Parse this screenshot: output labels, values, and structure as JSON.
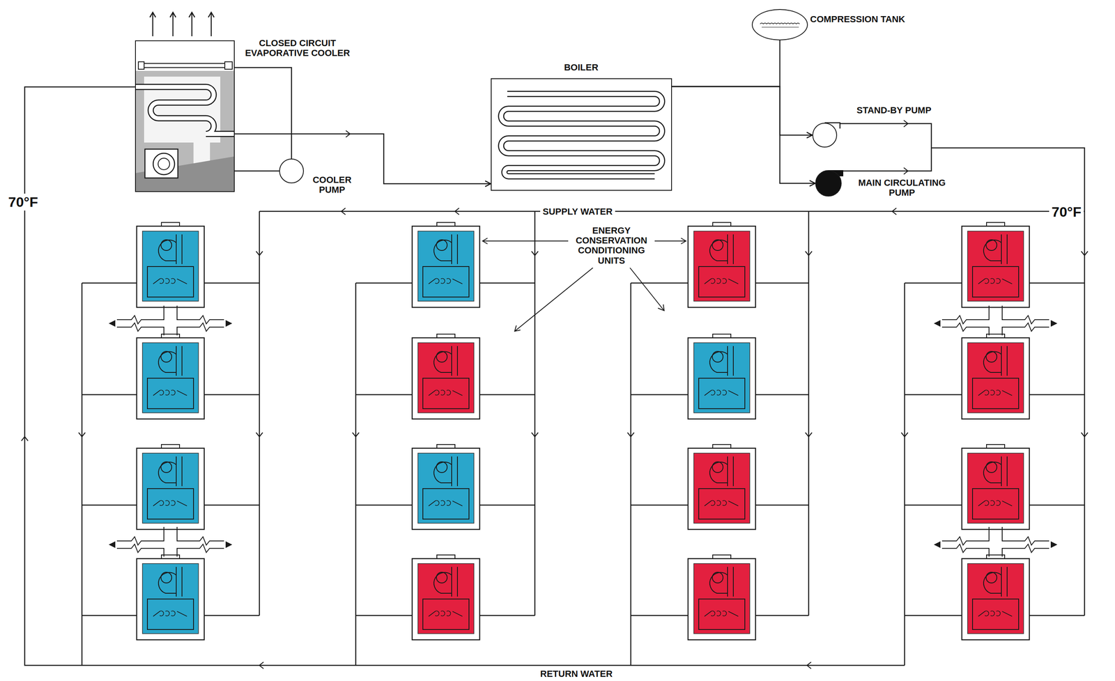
{
  "diagram": {
    "nodes": [
      {
        "text": [
          "CLOSED CIRCUIT EVAPORATIVE COOLER"
        ]
      },
      {
        "text": [
          "COOLER PUMP"
        ]
      },
      {
        "text": [
          "BOILER"
        ]
      },
      {
        "text": [
          "COMPRESSION TANK"
        ]
      },
      {
        "text": [
          "STAND-BY PUMP"
        ]
      },
      {
        "text": [
          "MAIN CIRCULATING PUMP"
        ]
      }
    ],
    "edges": [
      {
        "from": 0,
        "to": 2,
        "arrow": "to"
      },
      {
        "from": 1,
        "to": 0,
        "arrow": "none"
      },
      {
        "from": 2,
        "to": 4,
        "arrow": "to"
      },
      {
        "from": 2,
        "to": 5,
        "arrow": "to"
      },
      {
        "from": 3,
        "to": 2,
        "arrow": "none"
      }
    ],
    "labels": [
      "70°F",
      "SUPPLY WATER",
      "70°F",
      "ENERGY CONSERVATION CONDITIONING UNITS",
      "RETURN WATER"
    ]
  }
}
